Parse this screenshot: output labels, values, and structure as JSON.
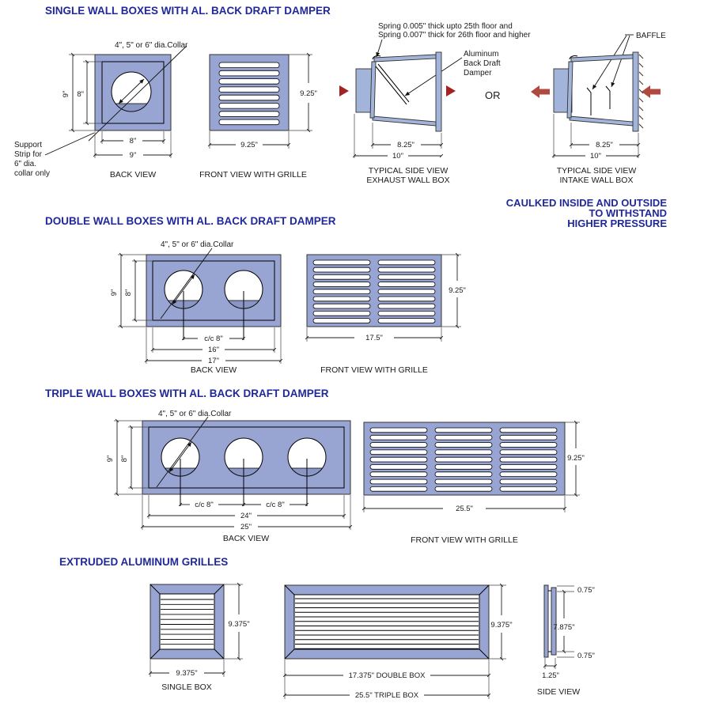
{
  "colors": {
    "box_fill": "#98a4d2",
    "box_fill_light": "#a3b4da",
    "chord": "#8a96c4",
    "navy": "#20289a",
    "red_triangle": "#a42222",
    "red_arrow": "#b04a40"
  },
  "sections": {
    "single": {
      "title": "SINGLE WALL BOXES WITH AL. BACK DRAFT DAMPER",
      "collar_label": "4\", 5\" or 6\" dia.Collar",
      "support_note": {
        "line1": "Support",
        "line2": "Strip for",
        "line3": "6\" dia.",
        "line4": "collar only"
      },
      "back_view": {
        "dim_height_outer": "9\"",
        "dim_height_inner": "8\"",
        "dim_width_inner": "8\"",
        "dim_width_outer": "9\"",
        "caption": "BACK VIEW"
      },
      "front_view": {
        "dim_height": "9.25\"",
        "dim_width": "9.25\"",
        "caption": "FRONT VIEW WITH GRILLE"
      },
      "exhaust_view": {
        "spring_note_line1": "Spring 0.005\" thick upto 25th floor and",
        "spring_note_line2": "Spring 0.007\" thick for 26th floor and higher",
        "damper_label_line1": "Aluminum",
        "damper_label_line2": "Back Draft",
        "damper_label_line3": "Damper",
        "dim_inner": "8.25\"",
        "dim_outer": "10\"",
        "caption_line1": "TYPICAL SIDE VIEW",
        "caption_line2": "EXHAUST WALL BOX"
      },
      "or_label": "OR",
      "intake_view": {
        "baffle_label": "BAFFLE",
        "dim_inner": "8.25\"",
        "dim_outer": "10\"",
        "caption_line1": "TYPICAL SIDE VIEW",
        "caption_line2": "INTAKE WALL BOX"
      },
      "caulk_note": {
        "line1": "CAULKED INSIDE AND OUTSIDE",
        "line2": "TO WITHSTAND",
        "line3": "HIGHER PRESSURE"
      }
    },
    "double": {
      "title": "DOUBLE WALL BOXES WITH AL. BACK DRAFT DAMPER",
      "collar_label": "4\", 5\" or 6\" dia.Collar",
      "back_view": {
        "dim_height_outer": "9\"",
        "dim_height_inner": "8\"",
        "dim_cc": "c/c 8\"",
        "dim_width_inner": "16\"",
        "dim_width_outer": "17\"",
        "caption": "BACK VIEW"
      },
      "front_view": {
        "dim_height": "9.25\"",
        "dim_width": "17.5\"",
        "caption": "FRONT VIEW WITH GRILLE"
      }
    },
    "triple": {
      "title": "TRIPLE WALL BOXES WITH AL. BACK DRAFT DAMPER",
      "collar_label": "4\", 5\" or 6\" dia.Collar",
      "back_view": {
        "dim_height_outer": "9\"",
        "dim_height_inner": "8\"",
        "dim_cc1": "c/c 8\"",
        "dim_cc2": "c/c 8\"",
        "dim_width_inner": "24\"",
        "dim_width_outer": "25\"",
        "caption": "BACK VIEW"
      },
      "front_view": {
        "dim_height": "9.25\"",
        "dim_width": "25.5\"",
        "caption": "FRONT VIEW WITH GRILLE"
      }
    },
    "grilles": {
      "title": "EXTRUDED ALUMINUM GRILLES",
      "single_box": {
        "dim_height": "9.375\"",
        "dim_width": "9.375\"",
        "caption": "SINGLE BOX"
      },
      "multi_box": {
        "dim_height": "9.375\"",
        "dim_double": "17.375\" DOUBLE BOX",
        "dim_triple": "25.5\" TRIPLE BOX"
      },
      "side_view": {
        "dim_top": "0.75\"",
        "dim_middle": "7.875\"",
        "dim_bottom": "0.75\"",
        "dim_depth": "1.25\"",
        "caption": "SIDE VIEW"
      }
    }
  }
}
